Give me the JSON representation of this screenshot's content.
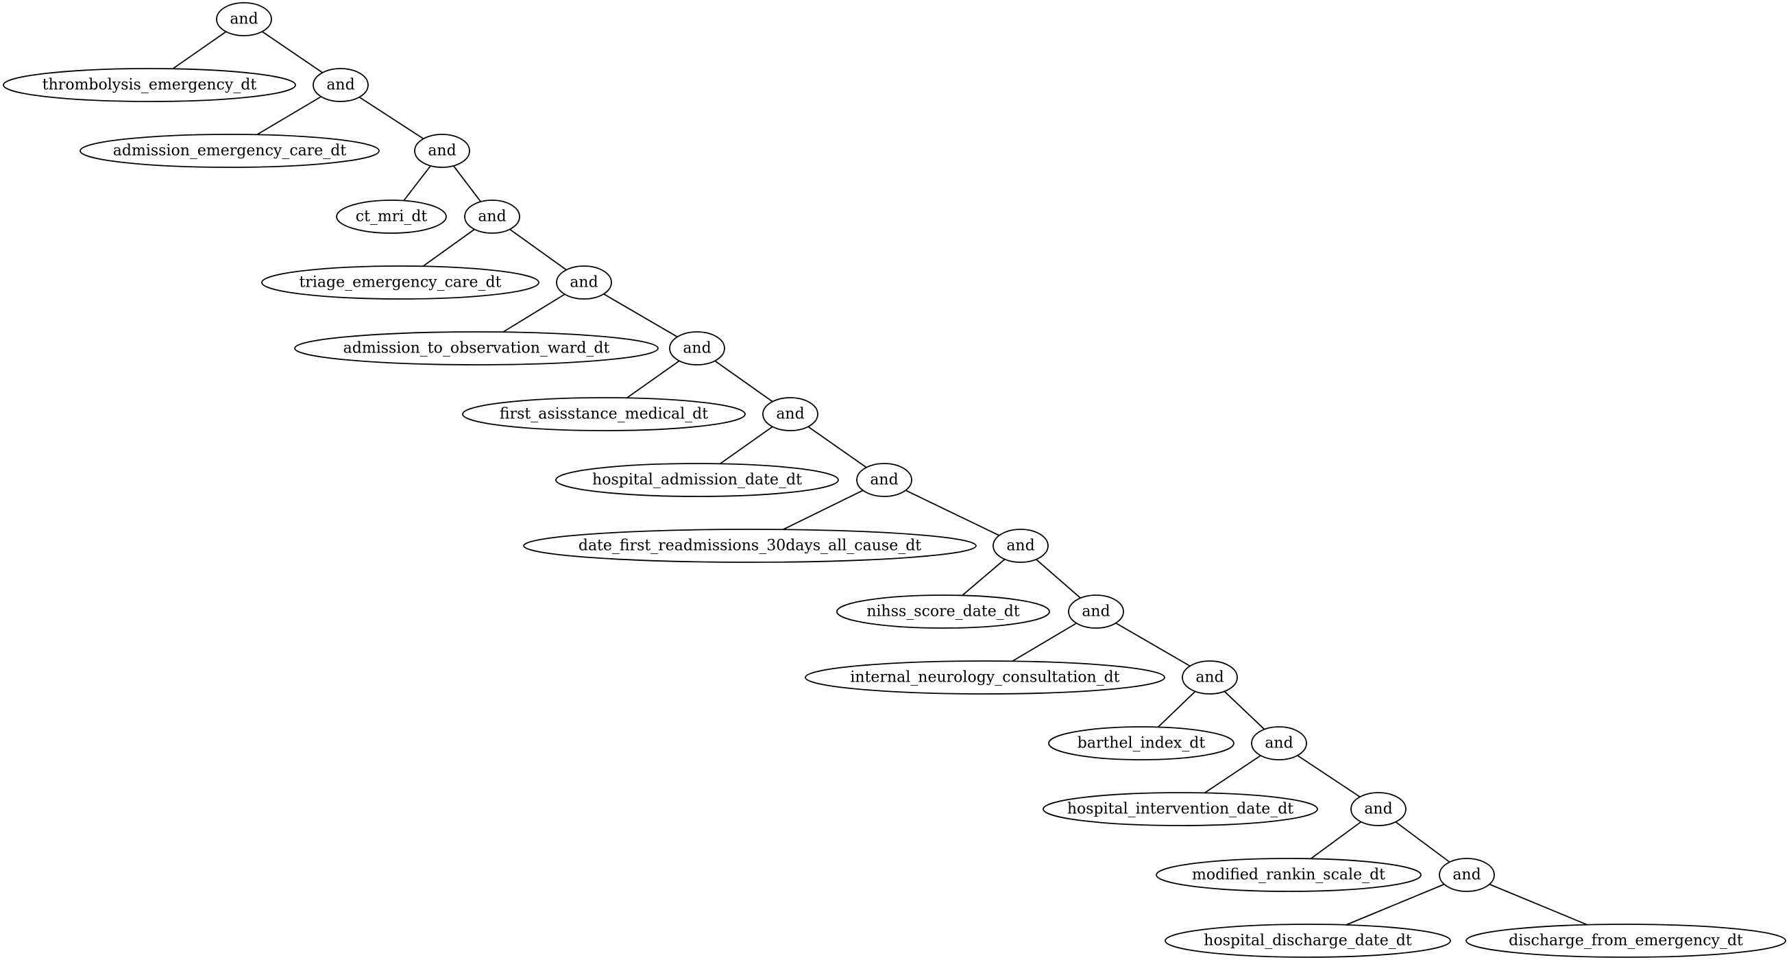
{
  "nodes": [
    {
      "id": "and1",
      "label": "and"
    },
    {
      "id": "and2",
      "label": "and"
    },
    {
      "id": "and3",
      "label": "and"
    },
    {
      "id": "and4",
      "label": "and"
    },
    {
      "id": "and5",
      "label": "and"
    },
    {
      "id": "and6",
      "label": "and"
    },
    {
      "id": "and7",
      "label": "and"
    },
    {
      "id": "and8",
      "label": "and"
    },
    {
      "id": "and9",
      "label": "and"
    },
    {
      "id": "and10",
      "label": "and"
    },
    {
      "id": "and11",
      "label": "and"
    },
    {
      "id": "and12",
      "label": "and"
    },
    {
      "id": "and13",
      "label": "and"
    },
    {
      "id": "and14",
      "label": "and"
    },
    {
      "id": "leaf1",
      "label": "thrombolysis_emergency_dt"
    },
    {
      "id": "leaf2",
      "label": "admission_emergency_care_dt"
    },
    {
      "id": "leaf3",
      "label": "ct_mri_dt"
    },
    {
      "id": "leaf4",
      "label": "triage_emergency_care_dt"
    },
    {
      "id": "leaf5",
      "label": "admission_to_observation_ward_dt"
    },
    {
      "id": "leaf6",
      "label": "first_asisstance_medical_dt"
    },
    {
      "id": "leaf7",
      "label": "hospital_admission_date_dt"
    },
    {
      "id": "leaf8",
      "label": "date_first_readmissions_30days_all_cause_dt"
    },
    {
      "id": "leaf9",
      "label": "nihss_score_date_dt"
    },
    {
      "id": "leaf10",
      "label": "internal_neurology_consultation_dt"
    },
    {
      "id": "leaf11",
      "label": "barthel_index_dt"
    },
    {
      "id": "leaf12",
      "label": "hospital_intervention_date_dt"
    },
    {
      "id": "leaf13",
      "label": "modified_rankin_scale_dt"
    },
    {
      "id": "leaf14",
      "label": "hospital_discharge_date_dt"
    },
    {
      "id": "leaf15",
      "label": "discharge_from_emergency_dt"
    }
  ],
  "edges": [
    [
      "and1",
      "leaf1"
    ],
    [
      "and1",
      "and2"
    ],
    [
      "and2",
      "leaf2"
    ],
    [
      "and2",
      "and3"
    ],
    [
      "and3",
      "leaf3"
    ],
    [
      "and3",
      "and4"
    ],
    [
      "and4",
      "leaf4"
    ],
    [
      "and4",
      "and5"
    ],
    [
      "and5",
      "leaf5"
    ],
    [
      "and5",
      "and6"
    ],
    [
      "and6",
      "leaf6"
    ],
    [
      "and6",
      "and7"
    ],
    [
      "and7",
      "leaf7"
    ],
    [
      "and7",
      "and8"
    ],
    [
      "and8",
      "leaf8"
    ],
    [
      "and8",
      "and9"
    ],
    [
      "and9",
      "leaf9"
    ],
    [
      "and9",
      "and10"
    ],
    [
      "and10",
      "leaf10"
    ],
    [
      "and10",
      "and11"
    ],
    [
      "and11",
      "leaf11"
    ],
    [
      "and11",
      "and12"
    ],
    [
      "and12",
      "leaf12"
    ],
    [
      "and12",
      "and13"
    ],
    [
      "and13",
      "leaf13"
    ],
    [
      "and13",
      "and14"
    ],
    [
      "and14",
      "leaf14"
    ],
    [
      "and14",
      "leaf15"
    ]
  ]
}
